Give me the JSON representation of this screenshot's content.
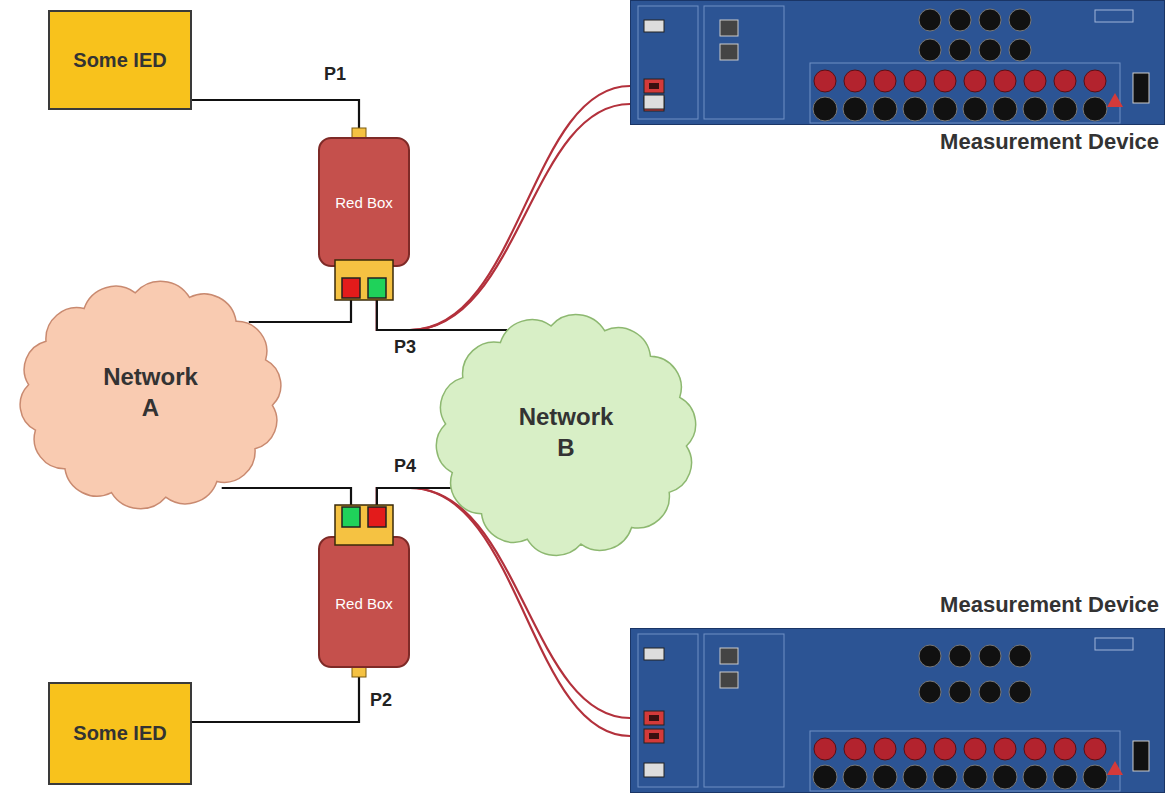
{
  "diagram": {
    "nodes": [
      {
        "text": [
          "Some IED"
        ]
      },
      {
        "text": [
          "Red Box"
        ]
      },
      {
        "text": [
          "Measurement Device"
        ]
      },
      {
        "text": [
          "Network A"
        ]
      },
      {
        "text": [
          "Network B"
        ]
      },
      {
        "text": [
          "Red Box"
        ]
      },
      {
        "text": [
          "Measurement Device"
        ]
      },
      {
        "text": [
          "Some IED"
        ]
      }
    ],
    "edges": [
      {
        "from": 0,
        "to": 1,
        "arrow": "none",
        "label": "P1"
      },
      {
        "from": 1,
        "to": 3,
        "arrow": "none"
      },
      {
        "from": 1,
        "to": 4,
        "arrow": "none",
        "label": "P3"
      },
      {
        "from": 1,
        "to": 2,
        "arrow": "none"
      },
      {
        "from": 3,
        "to": 5,
        "arrow": "none"
      },
      {
        "from": 5,
        "to": 4,
        "arrow": "none",
        "label": "P4"
      },
      {
        "from": 5,
        "to": 6,
        "arrow": "none"
      },
      {
        "from": 5,
        "to": 7,
        "arrow": "none",
        "label": "P2"
      }
    ]
  }
}
